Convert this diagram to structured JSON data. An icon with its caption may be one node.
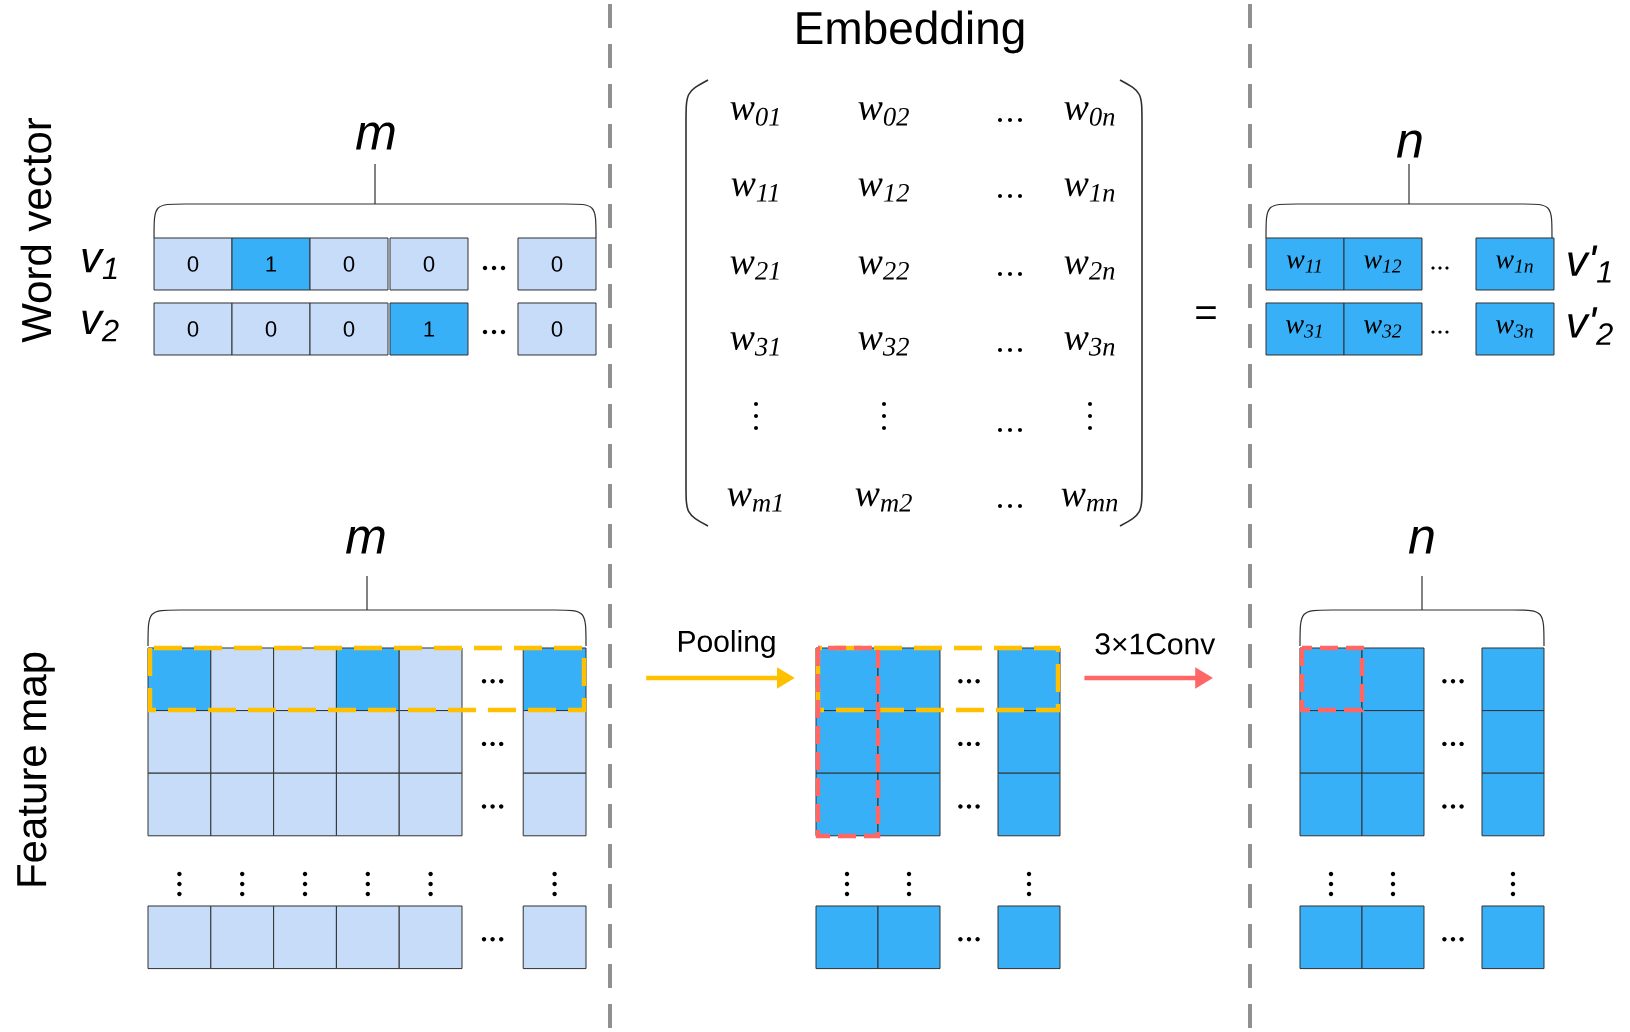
{
  "diagram": {
    "title": "Embedding",
    "nodes": [
      {
        "text": [],
        "shape": "box"
      },
      {
        "text": [],
        "shape": "box"
      },
      {
        "text": [],
        "shape": "box"
      }
    ],
    "edges": [
      {
        "from": 0,
        "to": 1,
        "arrow": "to",
        "label": "Pooling",
        "color": "#ffc000"
      },
      {
        "from": 1,
        "to": 2,
        "arrow": "to",
        "label": "3×1Conv",
        "color": "#ff6666"
      }
    ],
    "labels": [
      "Word vector",
      "m",
      "v$_{1}$",
      "0",
      "1",
      "0",
      "0",
      "0",
      "v$_{2}$",
      "0",
      "0",
      "0",
      "1",
      "0",
      "w$_{01}$",
      "w$_{02}$",
      "w$_{0n}$",
      "w$_{11}$",
      "w$_{12}$",
      "w$_{1n}$",
      "w$_{21}$",
      "w$_{22}$",
      "w$_{2n}$",
      "w$_{31}$",
      "w$_{32}$",
      "w$_{3n}$",
      "w$_{m1}$",
      "w$_{m2}$",
      "w$_{mn}$",
      "=",
      "n",
      "w$_{11}$",
      "w$_{12}$",
      "w$_{1n}$",
      "v'$_{1}$",
      "w$_{31}$",
      "w$_{32}$",
      "w$_{3n}$",
      "v'$_{2}$",
      "Feature map",
      "m",
      "n"
    ]
  }
}
